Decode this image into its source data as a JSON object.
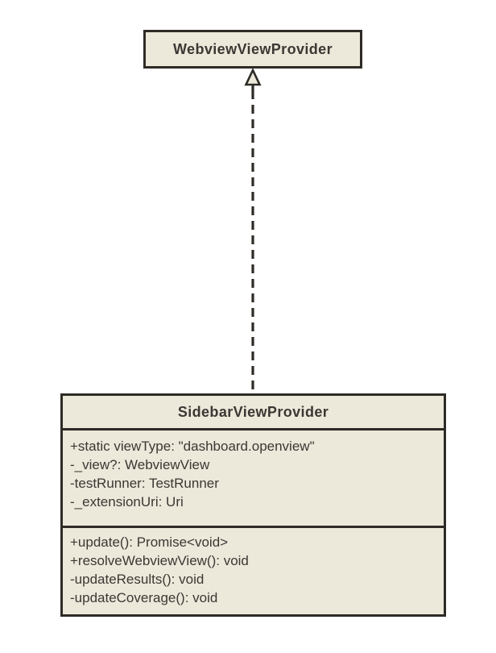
{
  "colors": {
    "background": "#ffffff",
    "box_fill": "#ece8da",
    "box_border": "#2e2b26",
    "text": "#3b3834"
  },
  "interface": {
    "name": "WebviewViewProvider"
  },
  "class": {
    "name": "SidebarViewProvider",
    "attributes": [
      "+static viewType: \"dashboard.openview\"",
      "-_view?: WebviewView",
      "-testRunner: TestRunner",
      "-_extensionUri: Uri"
    ],
    "methods": [
      "+update(): Promise<void>",
      "+resolveWebviewView(): void",
      "-updateResults(): void",
      "-updateCoverage(): void"
    ]
  },
  "relationship": {
    "style": "dashed-hollow-arrow",
    "from": "SidebarViewProvider",
    "to": "WebviewViewProvider"
  }
}
